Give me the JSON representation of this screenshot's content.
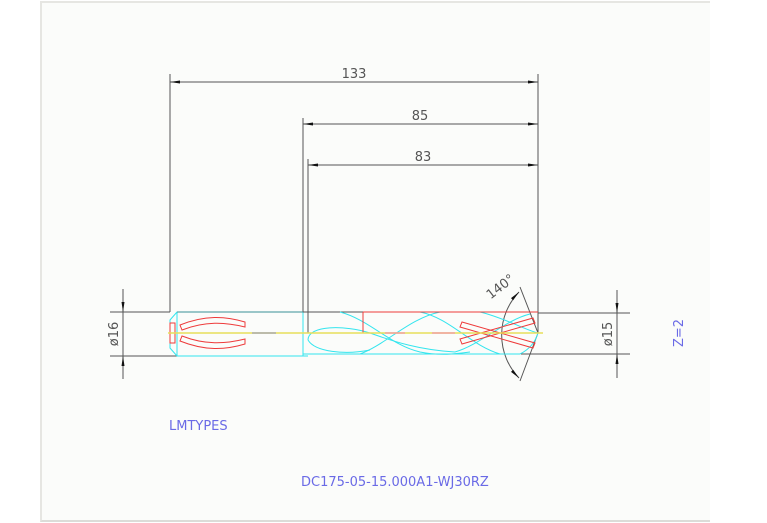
{
  "drawing": {
    "dimensions": {
      "overall_length": "133",
      "flute_length_outer": "85",
      "flute_length_inner": "83",
      "shank_diameter": "ø16",
      "drill_diameter": "ø15",
      "point_angle": "140°"
    },
    "flutes": "Z=2",
    "label_source": "LMTYPES",
    "part_number": "DC175-05-15.000A1-WJ30RZ"
  },
  "colors": {
    "background": "#fbfcfa",
    "dimension_line": "#555555",
    "outline_cyan": "#33e5ee",
    "detail_red": "#ee3b3b",
    "centerline_yellow": "#e8df5a",
    "text_blue": "#6a6ae6"
  }
}
